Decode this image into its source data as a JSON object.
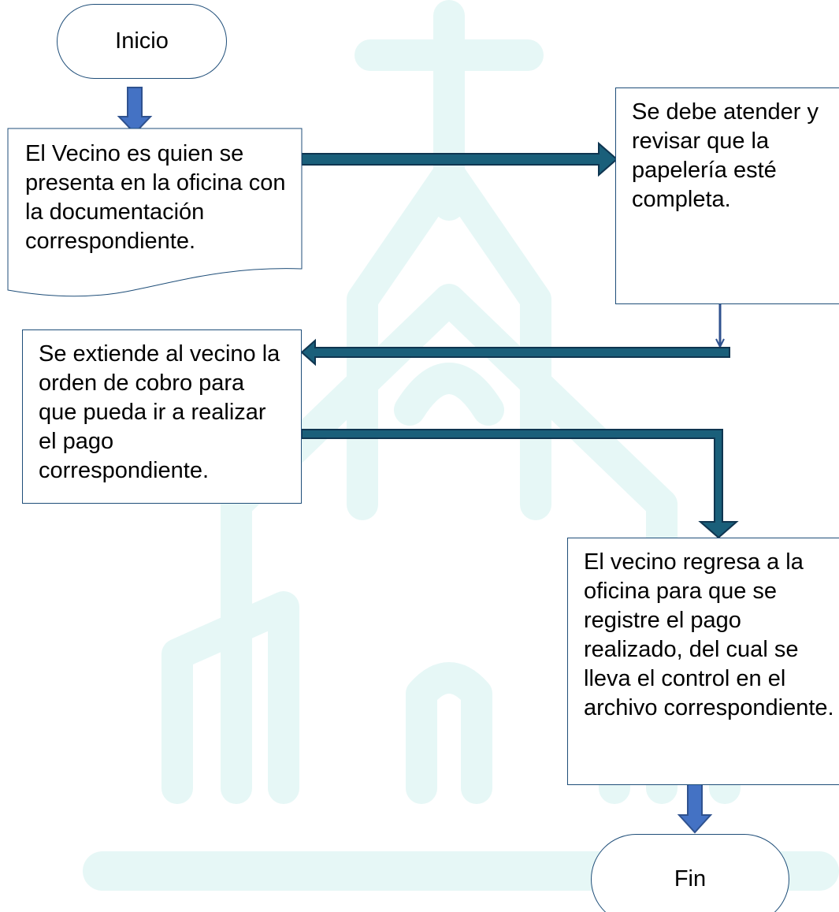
{
  "colors": {
    "connector": "#1a5f7a",
    "connector_outline": "#0f3550",
    "block_arrow": "#4472c4",
    "block_arrow_outline": "#2f528f",
    "box_border": "#1f4e79",
    "watermark": "#e6f7f6"
  },
  "background": {
    "watermark_icon": "church-icon"
  },
  "nodes": {
    "start": {
      "label": "Inicio"
    },
    "step1": {
      "text": "El Vecino es quien se presenta en la oficina con la documentación correspondiente."
    },
    "step2": {
      "text": "Se debe atender y revisar que la papelería esté completa."
    },
    "step3": {
      "text": "Se extiende al vecino la orden de cobro para que pueda ir a realizar el pago correspondiente."
    },
    "step4": {
      "text": "El vecino regresa a la oficina para que se registre el pago realizado, del cual se lleva el control en el archivo correspondiente."
    },
    "end": {
      "label": "Fin"
    }
  }
}
